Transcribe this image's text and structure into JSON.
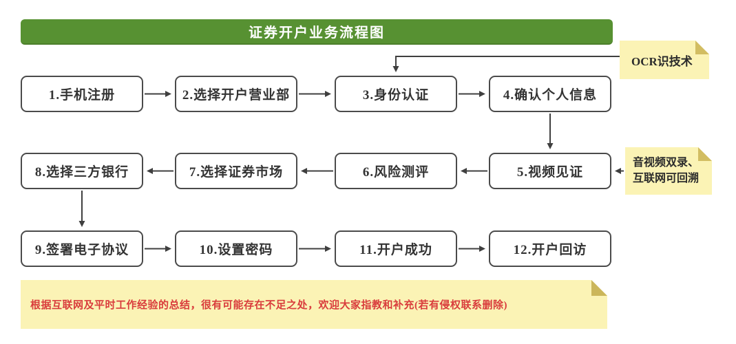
{
  "title": "证券开户业务流程图",
  "flow": {
    "steps": [
      "1.手机注册",
      "2.选择开户营业部",
      "3.身份认证",
      "4.确认个人信息",
      "5.视频见证",
      "6.风险测评",
      "7.选择证券市场",
      "8.选择三方银行",
      "9.签署电子协议",
      "10.设置密码",
      "11.开户成功",
      "12.开户回访"
    ]
  },
  "notes": {
    "ocr": "OCR识技术",
    "av_line1": "音视频双录、",
    "av_line2": "互联网可回溯",
    "footer": "根据互联网及平时工作经验的总结，很有可能存在不足之处，欢迎大家指教和补充(若有侵权联系删除)"
  },
  "colors": {
    "header_green": "#579132",
    "note_yellow": "#fbf3b5",
    "note_fold": "#d2bd62",
    "footer_text_red": "#d93c3c",
    "box_border": "#4a4a4a",
    "connector": "#3f3f3f"
  }
}
